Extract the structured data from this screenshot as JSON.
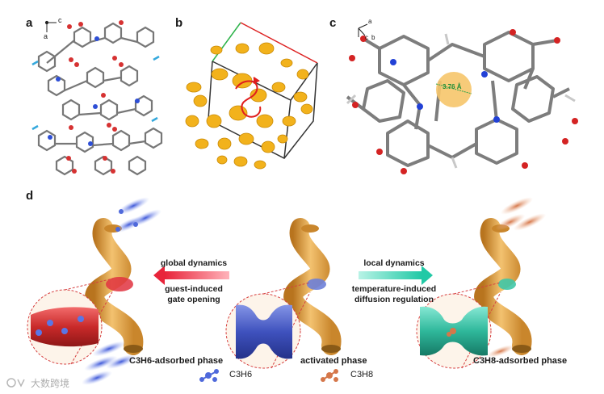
{
  "panels": {
    "a": {
      "letter": "a",
      "axis_c": "c",
      "axis_a": "a"
    },
    "b": {
      "letter": "b"
    },
    "c": {
      "letter": "c",
      "axis_a": "a",
      "axis_c": "c",
      "axis_b": "b",
      "pore_size": "3.76 Å"
    },
    "d": {
      "letter": "d"
    }
  },
  "diagram": {
    "left_arrow_label": "global dynamics",
    "left_arrow_sub": [
      "guest-induced",
      "gate opening"
    ],
    "right_arrow_label": "local dynamics",
    "right_arrow_sub": [
      "temperature-induced",
      "diffusion regulation"
    ],
    "captions": {
      "left_phase": "C3H6-adsorbed phase",
      "middle_phase": "activated phase",
      "right_phase": "C3H8-adsorbed phase"
    },
    "legend": {
      "propylene": "C3H6",
      "propane": "C3H8"
    }
  },
  "watermark": "大数跨境",
  "colors": {
    "tube": "#e9a94a",
    "red_phase": "#d93a3a",
    "blue_phase": "#4c5fc8",
    "teal_phase": "#33c1a6",
    "arrow_red": "#f04a5a",
    "arrow_teal": "#3fd9b9",
    "pore_yellow": "#f6c56a",
    "isosurface": "#f2b21c"
  }
}
